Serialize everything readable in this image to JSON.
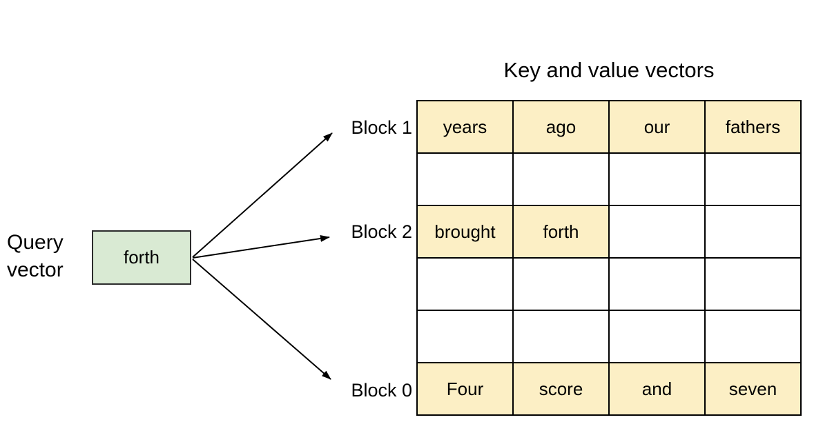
{
  "title": "Key and value vectors",
  "query": {
    "label": "Query\nvector",
    "box_text": "forth"
  },
  "block_labels": [
    "Block 1",
    "Block 2",
    "Block 0"
  ],
  "table": {
    "rows": [
      {
        "cells": [
          {
            "text": "years",
            "filled": true
          },
          {
            "text": "ago",
            "filled": true
          },
          {
            "text": "our",
            "filled": true
          },
          {
            "text": "fathers",
            "filled": true
          }
        ]
      },
      {
        "cells": [
          {
            "text": "",
            "filled": false
          },
          {
            "text": "",
            "filled": false
          },
          {
            "text": "",
            "filled": false
          },
          {
            "text": "",
            "filled": false
          }
        ]
      },
      {
        "cells": [
          {
            "text": "brought",
            "filled": true
          },
          {
            "text": "forth",
            "filled": true
          },
          {
            "text": "",
            "filled": false
          },
          {
            "text": "",
            "filled": false
          }
        ]
      },
      {
        "cells": [
          {
            "text": "",
            "filled": false
          },
          {
            "text": "",
            "filled": false
          },
          {
            "text": "",
            "filled": false
          },
          {
            "text": "",
            "filled": false
          }
        ]
      },
      {
        "cells": [
          {
            "text": "",
            "filled": false
          },
          {
            "text": "",
            "filled": false
          },
          {
            "text": "",
            "filled": false
          },
          {
            "text": "",
            "filled": false
          }
        ]
      },
      {
        "cells": [
          {
            "text": "Four",
            "filled": true
          },
          {
            "text": "score",
            "filled": true
          },
          {
            "text": "and",
            "filled": true
          },
          {
            "text": "seven",
            "filled": true
          }
        ]
      }
    ]
  },
  "colors": {
    "kv_cell_fill": "#FCEFC5",
    "query_box_fill": "#D9EAD3",
    "border": "#000000",
    "text": "#000000"
  }
}
